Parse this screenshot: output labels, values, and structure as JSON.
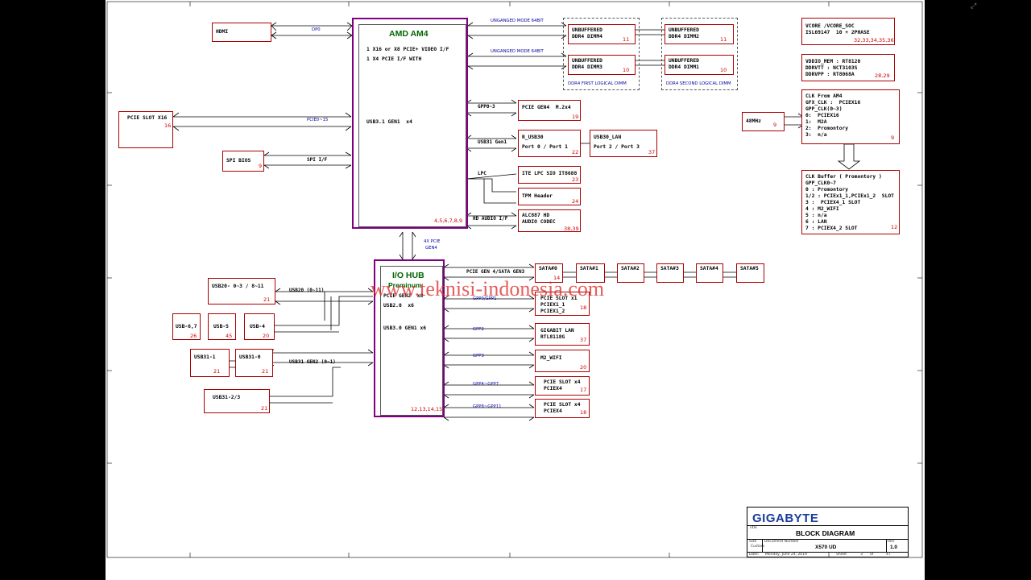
{
  "colors": {
    "box_border": "#aa0000",
    "hub_border": "#800080",
    "page_ref": "#d00000",
    "signal": "#0000a0",
    "hub_title": "#006400"
  },
  "cpu": {
    "name": "AMD AM4",
    "line1": "1 X16 or X8 PCIE+ VIDEO I/F",
    "line2": "1 X4 PCIE I/F WITH",
    "usb": "USB3.1 GEN1  x4",
    "pages": "4,5,6,7,8,9"
  },
  "hub": {
    "name": "I/O HUB",
    "sub": "Preminum",
    "line1": "PCIE GEN2  x8",
    "line2": "USB2.0  x6",
    "line3": "USB3.0 GEN1 x6",
    "pages": "12,13,14,15"
  },
  "hdmi": {
    "label": "HDMI",
    "signal": "DP0"
  },
  "pcie_slot_x16": {
    "label": "PCIE SLOT X16",
    "page": "16",
    "signal": "PCIE0~15"
  },
  "spi_bios": {
    "label": "SPI BIOS",
    "page": "9",
    "signal": "SPI I/F"
  },
  "dimm": {
    "mode_top": "UNGANGED MODE 64BIT",
    "mode_bottom": "UNGANGED MODE 64BIT",
    "dimm4": {
      "l1": "UNBUFFERED",
      "l2": "DDR4 DIMM4",
      "page": "11"
    },
    "dimm3": {
      "l1": "UNBUFFERED",
      "l2": "DDR4 DIMM3",
      "page": "10"
    },
    "dimm2": {
      "l1": "UNBUFFERED",
      "l2": "DDR4 DIMM2",
      "page": "11"
    },
    "dimm1": {
      "l1": "UNBUFFERED",
      "l2": "DDR4 DIMM1",
      "page": "10"
    },
    "first_label": "DDR4 FIRST LOGICAL DIMM",
    "second_label": "DDR4 SECOND LOGICAL DIMM"
  },
  "cpu_right": {
    "gpp_label": "GPP0~3",
    "m2": {
      "label": "PCIE GEN4  M.2x4",
      "page": "19"
    },
    "usb31_label": "USB31 Gen1",
    "r_usb30": {
      "l1": "R_USB30",
      "l2": "Port 0 / Port 1",
      "page": "22"
    },
    "usb30_lan": {
      "l1": "USB30_LAN",
      "l2": "Port 2 / Port 3",
      "page": "37"
    },
    "lpc_label": "LPC",
    "sio": {
      "label": "ITE LPC SIO IT8688",
      "page": "23"
    },
    "tpm": {
      "label": "TPM Header",
      "page": "24"
    },
    "hd_label": "HD AUDIO I/F",
    "audio": {
      "l1": "ALC887 HD",
      "l2": "AUDIO CODEC",
      "page": "38,39"
    }
  },
  "link": {
    "l1": "4X PCIE",
    "l2": "GEN4"
  },
  "right_panel": {
    "vcore": {
      "l1": "VCORE /VCORE_SOC",
      "l2": "ISL69147  10 + 2PHASE",
      "page": "32,33,34,35,36"
    },
    "vddio": {
      "l1": "VDDIO_MEM : RT8120",
      "l2": "DDRVTT : NCT3103S",
      "l3": "DDRVPP : RT8068A",
      "page": "28,29"
    },
    "osc": {
      "label": "48MHz",
      "page": "9"
    },
    "clk": {
      "l1": "CLK From AM4",
      "l2": "GFX_CLK :  PCIEX16",
      "l3": "GPP_CLK(0~3)",
      "l4": "0:  PCIEX16",
      "l5": "1:  M2A",
      "l6": "2:  Promontory",
      "l7": "3:  n/a",
      "page": "9"
    },
    "clkbuf": {
      "l1": "CLK Buffer ( Promontory )",
      "l2": "GPP_CLK0~7",
      "l3": "0 : Promontory",
      "l4": "1/2 : PCIEx1_1,PCIEx1_2  SLOT",
      "l5": "3 :  PCIEX4_1 SLOT",
      "l6": "4 : M2_WIFI",
      "l7": "5 : n/a",
      "l8": "6 : LAN",
      "l9": "7 : PCIEX4_2 SLOT",
      "page": "12"
    }
  },
  "hub_left": {
    "usb20": {
      "label": "USB20- 0~3 / 8~11",
      "page": "21",
      "signal": "USB20 (0~11)"
    },
    "usb67": {
      "label": "USB-6,7",
      "page": "26"
    },
    "usb5": {
      "label": "USB-5",
      "page": "45"
    },
    "usb4": {
      "label": "USB-4",
      "page": "20"
    },
    "usb31_1": {
      "label": "USB31-1",
      "page": "21"
    },
    "usb31_0": {
      "label": "USB31-0",
      "page": "21"
    },
    "usb31_23": {
      "label": "USB31-2/3",
      "page": "21"
    },
    "usb31_signal": "USB31 GEN2 (0~1)"
  },
  "hub_right": {
    "sata_signal": "PCIE GEN 4/SATA GEN3",
    "sata": [
      "SATA#0",
      "SATA#1",
      "SATA#2",
      "SATA#3",
      "SATA#4",
      "SATA#5"
    ],
    "sata0_page": "14",
    "pcie_x1": {
      "signal": "GPP0/GPP1",
      "l1": "PCIE SLOT x1",
      "l2": "PCIEX1_1",
      "l3": "PCIEX1_2",
      "page": "18"
    },
    "lan": {
      "signal": "GPP2",
      "l1": "GIGABIT LAN",
      "l2": "RTL8118G",
      "page": "37"
    },
    "wifi": {
      "signal": "GPP3",
      "l1": "M2_WIFI",
      "page": "20"
    },
    "slot4a": {
      "signal": "GPP4~GPP7",
      "l1": "PCIE SLOT x4",
      "l2": "PCIEX4",
      "page": "17"
    },
    "slot4b": {
      "signal": "GPP8~GPP11",
      "l1": "PCIE SLOT x4",
      "l2": "PCIEX4",
      "page": "18"
    }
  },
  "watermark": "www.teknisi-indonesia.com",
  "title_block": {
    "brand": "GIGABYTE",
    "title_label": "Title",
    "title": "BLOCK DIAGRAM",
    "size_label": "Size",
    "size": "Custom",
    "docnum_label": "Document Number",
    "docnum": "X570 UD",
    "rev_label": "Rev",
    "rev": "1.0",
    "date_label": "Date:",
    "date": "Monday, June 24, 2019",
    "sheet_label": "Sheet",
    "sheet": "3",
    "of_label": "of",
    "of": "47"
  },
  "icons": {
    "top_right": "expand-icon"
  }
}
